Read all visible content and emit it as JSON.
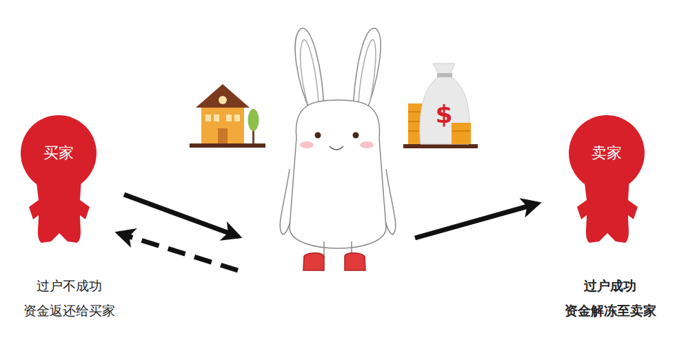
{
  "diagram": {
    "nodes": [
      {
        "text": [
          "买家"
        ]
      },
      {
        "text": [
          "卖家"
        ]
      }
    ],
    "labels": [
      "过户不成功 资金返还给买家",
      "过户成功 资金解冻至卖家"
    ]
  }
}
